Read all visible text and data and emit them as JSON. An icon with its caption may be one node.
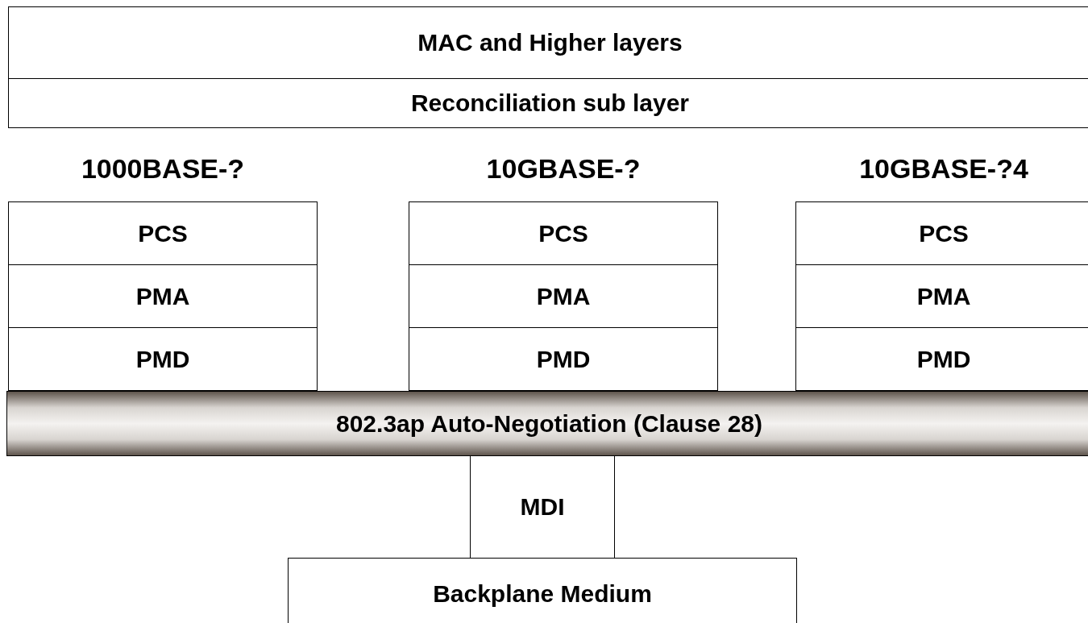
{
  "diagram": {
    "nodes": [
      {
        "text": [
          "MAC and Higher layers"
        ]
      },
      {
        "text": [
          "Reconciliation sub layer"
        ]
      },
      {
        "text": [
          "1000BASE-?"
        ]
      },
      {
        "text": [
          "PCS"
        ],
        "in": 2
      },
      {
        "text": [
          "PMA"
        ],
        "in": 2
      },
      {
        "text": [
          "PMD"
        ],
        "in": 2
      },
      {
        "text": [
          "10GBASE-?"
        ]
      },
      {
        "text": [
          "PCS"
        ],
        "in": 6
      },
      {
        "text": [
          "PMA"
        ],
        "in": 6
      },
      {
        "text": [
          "PMD"
        ],
        "in": 6
      },
      {
        "text": [
          "10GBASE-?4"
        ]
      },
      {
        "text": [
          "PCS"
        ],
        "in": 10
      },
      {
        "text": [
          "PMA"
        ],
        "in": 10
      },
      {
        "text": [
          "PMD"
        ],
        "in": 10
      },
      {
        "text": [
          "802.3ap Auto-Negotiation (Clause 28)"
        ]
      },
      {
        "text": [
          "MDI"
        ]
      },
      {
        "text": [
          "Backplane Medium"
        ]
      }
    ]
  }
}
